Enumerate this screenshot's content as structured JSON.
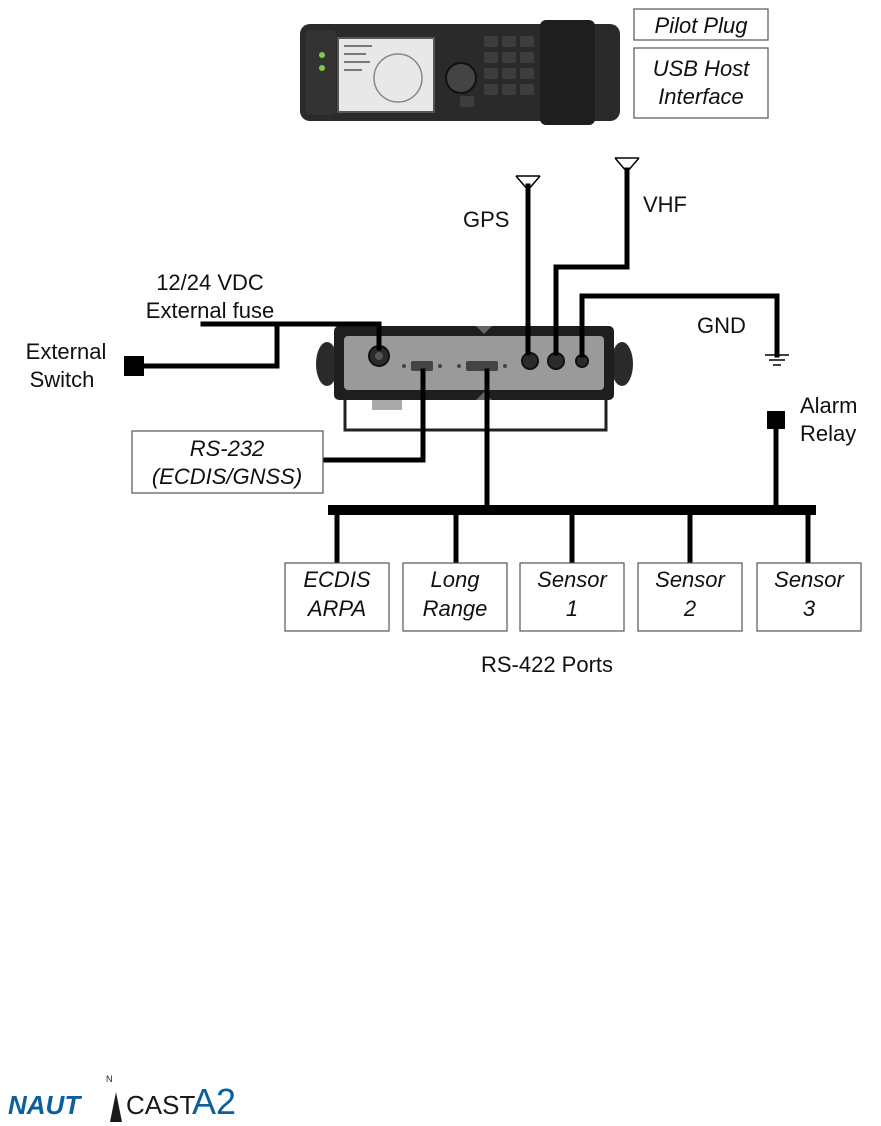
{
  "device": {
    "pilot_plug_label": "Pilot Plug",
    "usb_host_line1": "USB Host",
    "usb_host_line2": "Interface"
  },
  "power": {
    "supply_line1": "12/24 VDC",
    "supply_line2": "External fuse",
    "switch_line1": "External",
    "switch_line2": "Switch"
  },
  "antennas": {
    "gps_label": "GPS",
    "vhf_label": "VHF",
    "gnd_label": "GND"
  },
  "alarm": {
    "line1": "Alarm",
    "line2": "Relay"
  },
  "rs232": {
    "line1": "RS-232",
    "line2": "(ECDIS/GNSS)"
  },
  "rs422": {
    "caption": "RS-422 Ports",
    "ports": [
      {
        "line1": "ECDIS",
        "line2": "ARPA"
      },
      {
        "line1": "Long",
        "line2": "Range"
      },
      {
        "line1": "Sensor",
        "line2": "1"
      },
      {
        "line1": "Sensor",
        "line2": "2"
      },
      {
        "line1": "Sensor",
        "line2": "3"
      }
    ]
  },
  "logo": {
    "text_left": "NAUT",
    "text_mid": "CAST",
    "text_model": "A2",
    "compass_letter": "N",
    "color_primary": "#0a5f9c",
    "color_dark": "#1a1a1a"
  }
}
